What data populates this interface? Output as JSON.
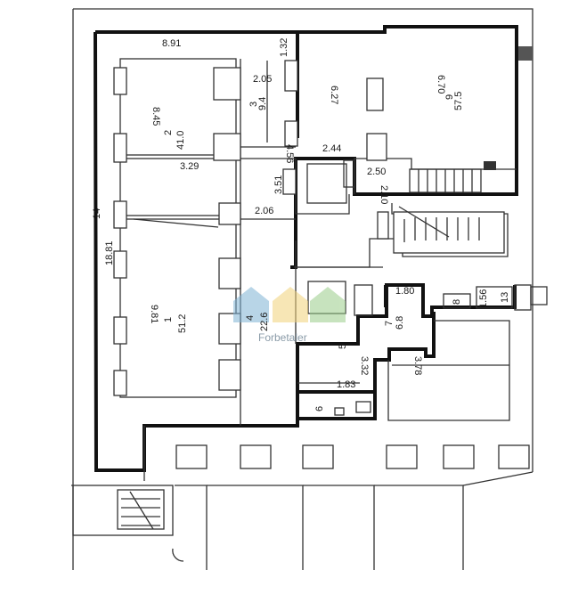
{
  "dimensions": {
    "d_8_91": "8.91",
    "d_1_32": "1.32",
    "d_6_70": "6.70",
    "d_2_05": "2.05",
    "d_6_27": "6.27",
    "d_8_45": "8.45",
    "d_4_56": "4.56",
    "d_2_44": "2.44",
    "d_3_29": "3.29",
    "d_2_50": "2.50",
    "d_2_10": "2.10",
    "d_3_51": "3.51",
    "d_2_06": "2.06",
    "d_14": "14",
    "d_18_81": "18.81",
    "d_1_80": "1.80",
    "d_1_56": "1.56",
    "d_9_81": "9.81",
    "d_3_32": "3.32",
    "d_3_78": "3.78",
    "d_1_83": "1.83"
  },
  "rooms": {
    "r2_num": "2",
    "r2_area": "41.0",
    "r3_num": "3",
    "r3_area": "9.4",
    "r9_num": "9",
    "r9_area": "57.5",
    "r1_num": "1",
    "r1_area": "51.2",
    "r4_num": "4",
    "r4_area": "22.6",
    "r7_num": "7",
    "r7_area": "6.8",
    "r5_num": "5",
    "r6_num": "6",
    "r8_num": "8",
    "r13_num": "13"
  },
  "watermark": {
    "text": "Forbetaler"
  },
  "colors": {
    "wall": "#111111",
    "line": "#333333",
    "wm_blue": "#7fb3d5",
    "wm_green": "#9acd8a",
    "wm_yellow": "#f2d27a"
  }
}
